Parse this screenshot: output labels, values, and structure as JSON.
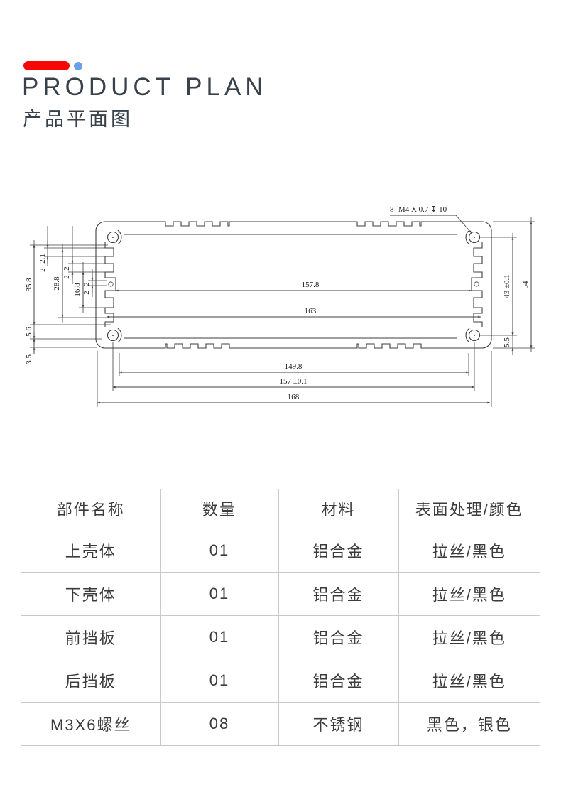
{
  "accent": {
    "red": "#f90606",
    "blue": "#6b9fe8"
  },
  "header": {
    "title": "PRODUCT PLAN",
    "subtitle": "产品平面图"
  },
  "drawing": {
    "callout": "8- M4 X 0.7 ↧ 10",
    "dim_35_8": "35.8",
    "dim_2_2_1": "2- 2.1",
    "dim_28_8": "28.8",
    "dim_2_2_b": "2- 2",
    "dim_16_8": "16.8",
    "dim_2_2_c": "2- 2",
    "dim_5_6": "5.6",
    "dim_3_5": "3.5",
    "dim_157_8": "157.8",
    "dim_163": "163",
    "dim_43": "43 ±0.1",
    "dim_54": "54",
    "dim_5_5": "5.5",
    "dim_149_8": "149.8",
    "dim_157": "157 ±0.1",
    "dim_168": "168"
  },
  "table": {
    "headers": [
      "部件名称",
      "数量",
      "材料",
      "表面处理/颜色"
    ],
    "rows": [
      [
        "上壳体",
        "01",
        "铝合金",
        "拉丝/黑色"
      ],
      [
        "下壳体",
        "01",
        "铝合金",
        "拉丝/黑色"
      ],
      [
        "前挡板",
        "01",
        "铝合金",
        "拉丝/黑色"
      ],
      [
        "后挡板",
        "01",
        "铝合金",
        "拉丝/黑色"
      ],
      [
        "M3X6螺丝",
        "08",
        "不锈钢",
        "黑色，银色"
      ]
    ]
  }
}
